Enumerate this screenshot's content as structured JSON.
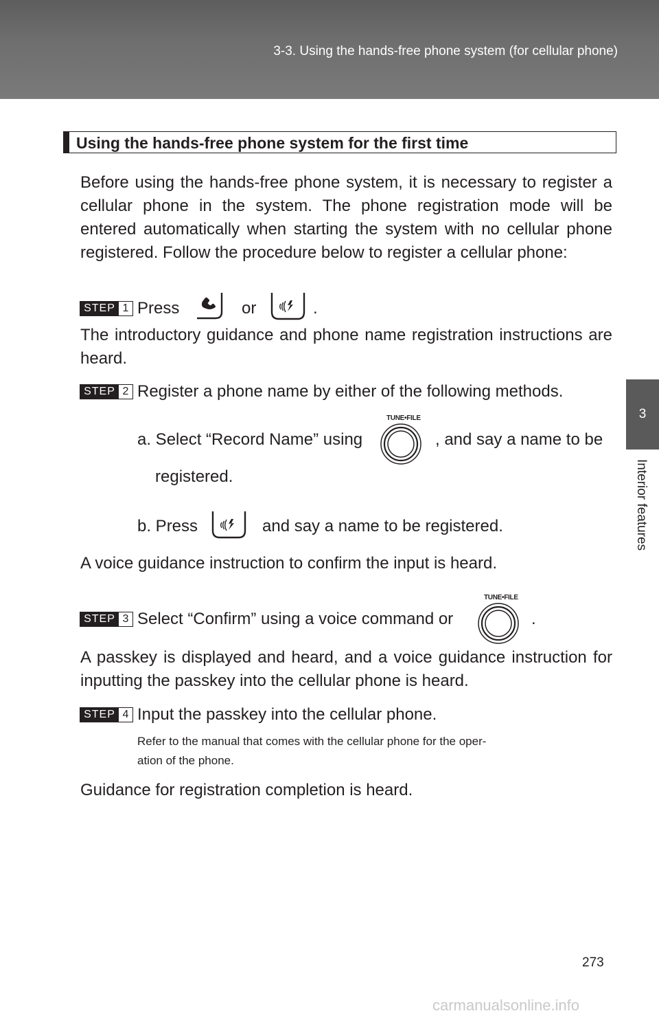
{
  "header": {
    "title": "3-3. Using the hands-free phone system (for cellular phone)"
  },
  "side_tab": {
    "number": "3",
    "label": "Interior features"
  },
  "section": {
    "heading": "Using the hands-free phone system for the first time",
    "intro": "Before using the hands-free phone system, it is necessary to register a cellular phone in the system. The phone registration mode will be entered automatically when starting the system with no cellular phone registered. Follow the procedure below to register a cellular phone:"
  },
  "steps": [
    {
      "badge_word": "STEP",
      "badge_num": "1",
      "text_press": "Press",
      "text_or": "or",
      "text_end": ".",
      "result": "The introductory guidance and phone name registration instructions are heard."
    },
    {
      "badge_word": "STEP",
      "badge_num": "2",
      "text": "Register a phone name by either of the following methods.",
      "method_a_1": "a. Select “Record Name” using",
      "method_a_2": ", and say a name to be",
      "method_a_3": "registered.",
      "method_b_1": "b. Press",
      "method_b_2": "and say a name to be registered.",
      "result": "A voice guidance instruction to confirm the input is heard."
    },
    {
      "badge_word": "STEP",
      "badge_num": "3",
      "text": "Select “Confirm” using a voice command or",
      "text_end": ".",
      "result": "A passkey is displayed and heard, and a voice guidance instruction for inputting the passkey into the cellular phone is heard."
    },
    {
      "badge_word": "STEP",
      "badge_num": "4",
      "text": "Input the passkey into the cellular phone.",
      "note": "Refer to the manual that comes with the cellular phone for the operation of the phone.",
      "note_line1": "Refer to the manual that comes with the cellular phone for the oper-",
      "note_line2": "ation of the phone.",
      "result": "Guidance for registration completion is heard."
    }
  ],
  "knob_label": "TUNE•FILE",
  "icons": {
    "phone": "phone-off-hook-icon",
    "talk": "talk-switch-icon",
    "knob": "tune-file-knob-icon"
  },
  "page_number": "273",
  "watermark": "carmanualsonline.info",
  "colors": {
    "header": "#6a6a6a",
    "tab": "#5a5a5a",
    "text": "#231f20"
  }
}
